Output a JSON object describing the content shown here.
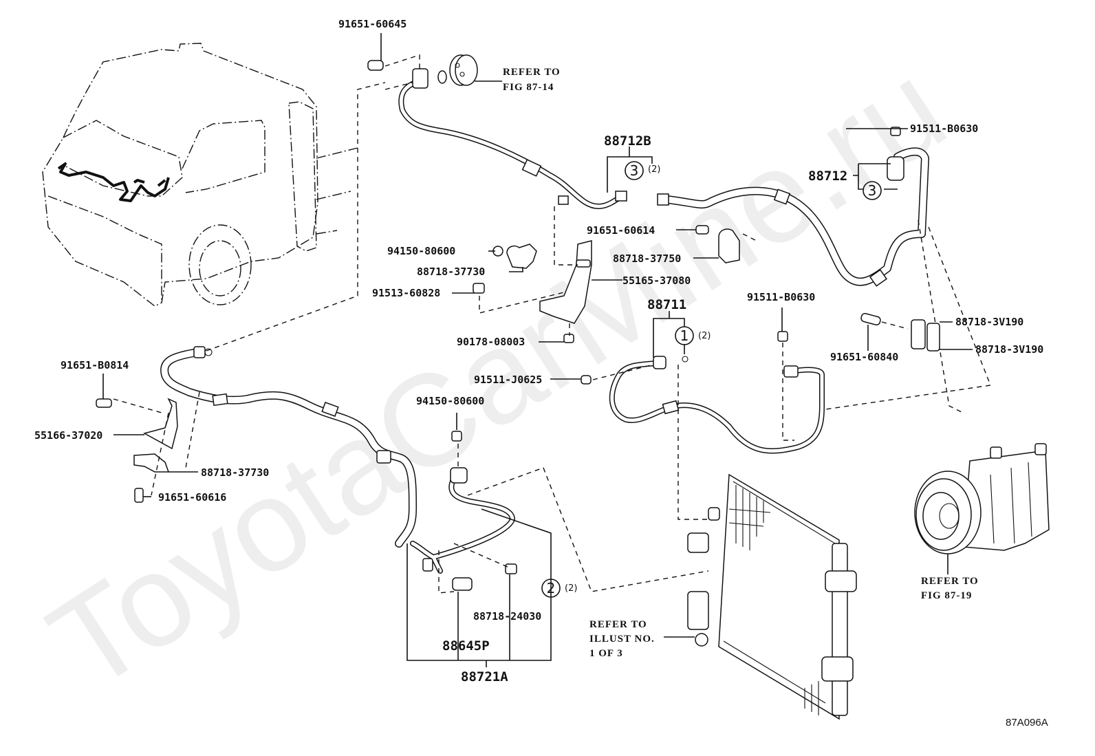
{
  "diagram": {
    "title_code": "87A096A",
    "watermark": "ToyotaCarMine.ru",
    "part_labels": {
      "p91651_60645": "91651-60645",
      "p88712B": "88712B",
      "p91511_B0630_top": "91511-B0630",
      "p88712": "88712",
      "p94150_80600_a": "94150-80600",
      "p88718_37730_a": "88718-37730",
      "p91513_60828": "91513-60828",
      "p55165_37080": "55165-37080",
      "p91651_60614": "91651-60614",
      "p88718_37750": "88718-37750",
      "p88711": "88711",
      "p90178_08003": "90178-08003",
      "p91511_B0630_mid": "91511-B0630",
      "p88718_3V190_a": "88718-3V190",
      "p88718_3V190_b": "88718-3V190",
      "p91651_60840": "91651-60840",
      "p91511_J0625": "91511-J0625",
      "p94150_80600_b": "94150-80600",
      "p91651_B0814": "91651-B0814",
      "p55166_37020": "55166-37020",
      "p88718_37730_b": "88718-37730",
      "p91651_60616": "91651-60616",
      "p88718_24030": "88718-24030",
      "p88645P": "88645P",
      "p88721A": "88721A"
    },
    "references": {
      "fig_87_14": {
        "line1": "REFER TO",
        "line2": "FIG 87-14"
      },
      "fig_87_19": {
        "line1": "REFER TO",
        "line2": "FIG 87-19"
      },
      "illust": {
        "line1": "REFER TO",
        "line2": "ILLUST NO.",
        "line3": "1 OF 3"
      }
    },
    "callouts": {
      "c3a": {
        "number": "3",
        "qty": "(2)"
      },
      "c3b": {
        "number": "3"
      },
      "c1": {
        "number": "1",
        "qty": "(2)"
      },
      "c2": {
        "number": "2",
        "qty": "(2)"
      }
    }
  }
}
